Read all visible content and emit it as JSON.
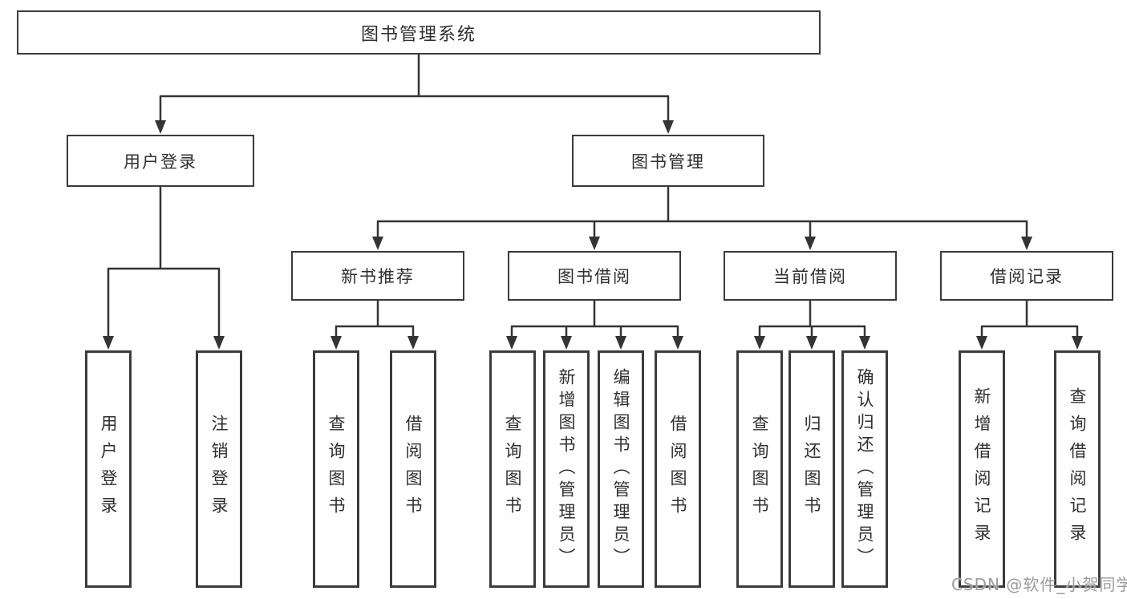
{
  "diagram": {
    "root": {
      "label": "图书管理系统"
    },
    "level2": [
      {
        "label": "用户登录"
      },
      {
        "label": "图书管理"
      }
    ],
    "level3": [
      {
        "label": "新书推荐"
      },
      {
        "label": "图书借阅"
      },
      {
        "label": "当前借阅"
      },
      {
        "label": "借阅记录"
      }
    ],
    "leaves": {
      "user_login": [
        {
          "label": "用户登录"
        },
        {
          "label": "注销登录"
        }
      ],
      "new_book": [
        {
          "label": "查询图书"
        },
        {
          "label": "借阅图书"
        }
      ],
      "book_borrow": [
        {
          "label": "查询图书"
        },
        {
          "label": "新增图书（管理员）"
        },
        {
          "label": "编辑图书（管理员）"
        },
        {
          "label": "借阅图书"
        }
      ],
      "current_borrow": [
        {
          "label": "查询图书"
        },
        {
          "label": "归还图书"
        },
        {
          "label": "确认归还（管理员）"
        }
      ],
      "borrow_records": [
        {
          "label": "新增借阅记录"
        },
        {
          "label": "查询借阅记录"
        }
      ]
    }
  },
  "watermark": {
    "text": "CSDN @软件_小贺同学"
  },
  "colors": {
    "background": "#ffffff",
    "line": "#343434",
    "box_border": "#3b3b3b",
    "text": "#2f2f2f",
    "watermark": "#9b9b9b"
  }
}
